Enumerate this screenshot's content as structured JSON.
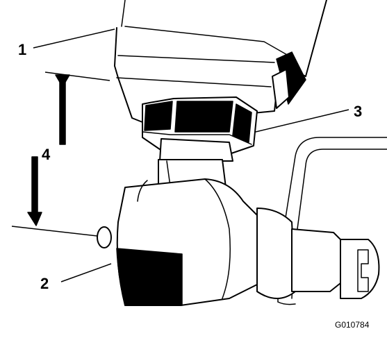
{
  "callouts": {
    "c1": "1",
    "c2": "2",
    "c3": "3",
    "c4": "4"
  },
  "figure_id": "G010784",
  "colors": {
    "ink": "#000000",
    "paper": "#ffffff"
  }
}
